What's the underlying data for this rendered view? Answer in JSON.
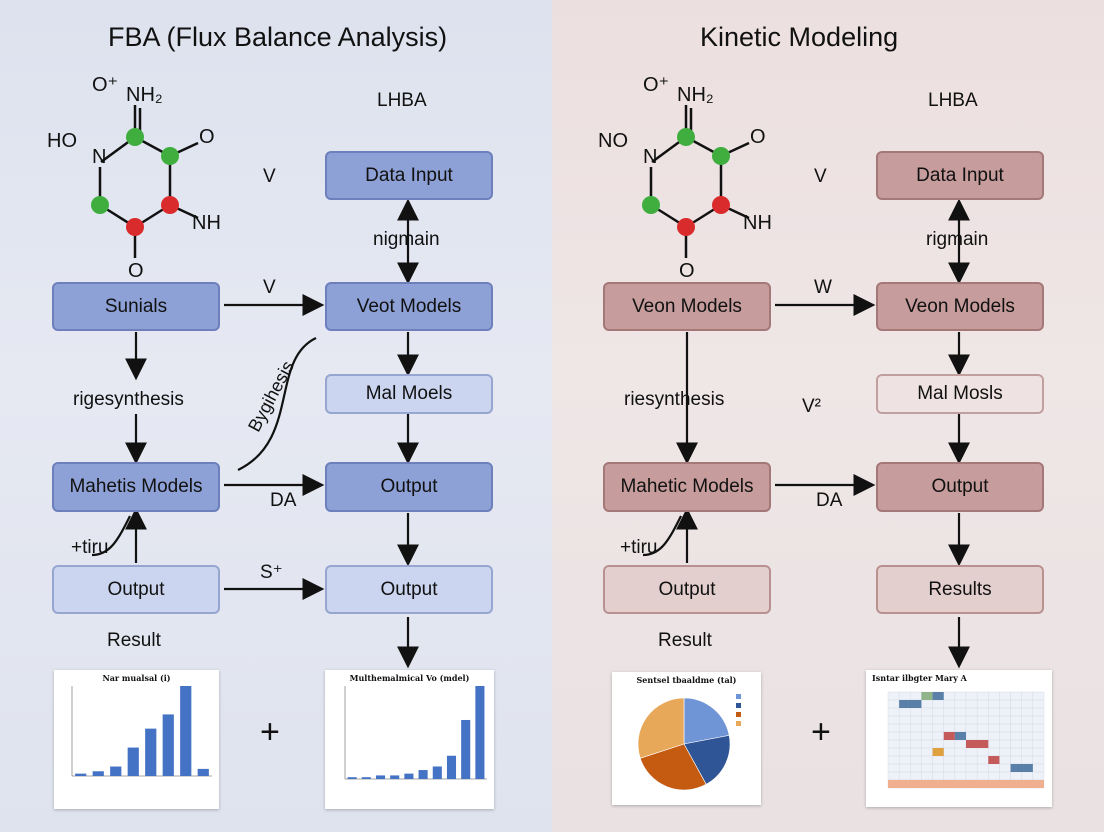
{
  "left": {
    "title": "FBA (Flux Balance Analysis)",
    "header_right": "LHBA",
    "molecule": {
      "top": "O⁺",
      "top2": "NH₂",
      "left": "HO",
      "n": "N",
      "o_right": "O",
      "nh": "NH",
      "o_bottom": "O"
    },
    "labels": {
      "v1": "V",
      "v2": "V",
      "nigmain": "nigmain",
      "rigesynthesis": "rigesynthesis",
      "byg": "Bygihesis",
      "da": "DA",
      "tiru": "+tiru",
      "s": "S⁺",
      "result": "Result"
    },
    "boxes": {
      "data_input": "Data Input",
      "sunials": "Sunials",
      "veot_models": "Veot Models",
      "mal_models": "Mal Moels",
      "mahetis_models": "Mahetis Models",
      "output_mid": "Output",
      "output_left": "Output",
      "output_right": "Output"
    },
    "chart1_title": "Nar mualsal (i)",
    "chart2_title": "Multhemalmical Vo (mdel)"
  },
  "right": {
    "title": "Kinetic Modeling",
    "header_right": "LHBA",
    "molecule": {
      "top": "O⁺",
      "top2": "NH₂",
      "left": "NO",
      "n": "N",
      "o_right": "O",
      "nh": "NH",
      "o_bottom": "O"
    },
    "labels": {
      "v1": "V",
      "w": "W",
      "rigmain": "rigmain",
      "riesynthesis": "riesynthesis",
      "v2": "V²",
      "da": "DA",
      "tiru": "+tiru",
      "result": "Result"
    },
    "boxes": {
      "data_input": "Data Input",
      "veon_models_left": "Veon Models",
      "veon_models_right": "Veon Models",
      "mal_mosls": "Mal Mosls",
      "mahetic_models": "Mahetic Models",
      "output_mid": "Output",
      "output_left": "Output",
      "results": "Results"
    },
    "chart3_title": "Sentsel tbaaldme (tal)",
    "chart4_title": "Isntar ilbgter Mary A"
  },
  "plus": "+",
  "chart_data": [
    {
      "type": "bar",
      "title": "Nar mualsal (i)",
      "values": [
        1,
        2,
        4,
        12,
        20,
        26,
        38,
        3
      ]
    },
    {
      "type": "bar",
      "title": "Multhemalmical Vo (mdel)",
      "values": [
        1,
        1,
        2,
        2,
        3,
        5,
        7,
        13,
        33,
        52
      ]
    },
    {
      "type": "pie",
      "title": "Sentsel tbaaldme (tal)",
      "slices": [
        {
          "value": 22,
          "color": "#6f95d6"
        },
        {
          "value": 20,
          "color": "#2f5597"
        },
        {
          "value": 28,
          "color": "#c55a11"
        },
        {
          "value": 30,
          "color": "#e8a85a"
        }
      ]
    },
    {
      "type": "heatmap",
      "title": "Isntar ilbgter Mary A"
    }
  ]
}
